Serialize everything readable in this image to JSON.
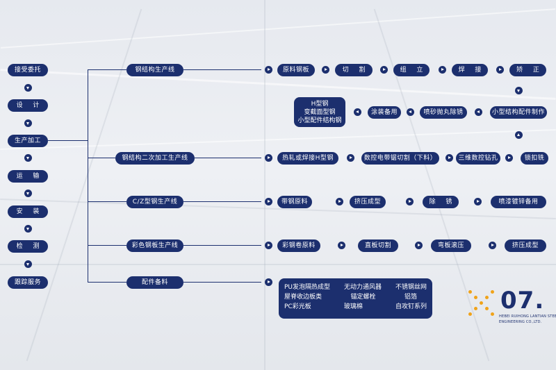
{
  "colors": {
    "primary": "#1c2f6e",
    "accent": "#f0a31a",
    "text_on_primary": "#ffffff"
  },
  "left_steps": [
    "接受委托",
    "设 计",
    "生产加工",
    "运 输",
    "安 装",
    "检 测",
    "跟踪服务"
  ],
  "lines": [
    {
      "label": "钢结构生产线"
    },
    {
      "label": "钢结构二次加工生产线"
    },
    {
      "label": "C/Z型钢生产线"
    },
    {
      "label": "彩色钢板生产线"
    },
    {
      "label": "配件备料"
    }
  ],
  "row1": [
    "原料钢板",
    "切 割",
    "组 立",
    "焊 接",
    "矫 正"
  ],
  "row1b": [
    "小型结构配件制作",
    "喷砂抛丸除锈",
    "涂装备用"
  ],
  "h_box": [
    "H型钢",
    "变截面型钢",
    "小型配件结构钢"
  ],
  "row2": [
    "热轧或焊接H型钢",
    "数控电带锯切割（下料）",
    "三维数控钻孔",
    "锁扣铣"
  ],
  "row3": [
    "带钢原料",
    "挤压成型",
    "除 锈",
    "喷漆镀锌备用"
  ],
  "row4": [
    "彩钢卷原料",
    "直板切割",
    "弯板滚压",
    "挤压成型"
  ],
  "parts": [
    [
      "PU发泡隔热成型",
      "无动力通风器",
      "不锈钢丝网"
    ],
    [
      "屋脊收边板类",
      "锚定螺栓",
      "铝箔"
    ],
    [
      "PC彩光板",
      "玻璃棉",
      "自攻钉系列"
    ]
  ],
  "brand": {
    "number": "07.",
    "subtitle_line1": "HEBEI RUIHONG LANTIAN STEEL STR",
    "subtitle_line2": "ENGINEERING CO.,LTD."
  },
  "icons": {
    "arrow_right": "arrow-right-icon",
    "arrow_left": "arrow-left-icon",
    "arrow_down": "arrow-down-icon",
    "arrow_up": "arrow-up-icon"
  }
}
